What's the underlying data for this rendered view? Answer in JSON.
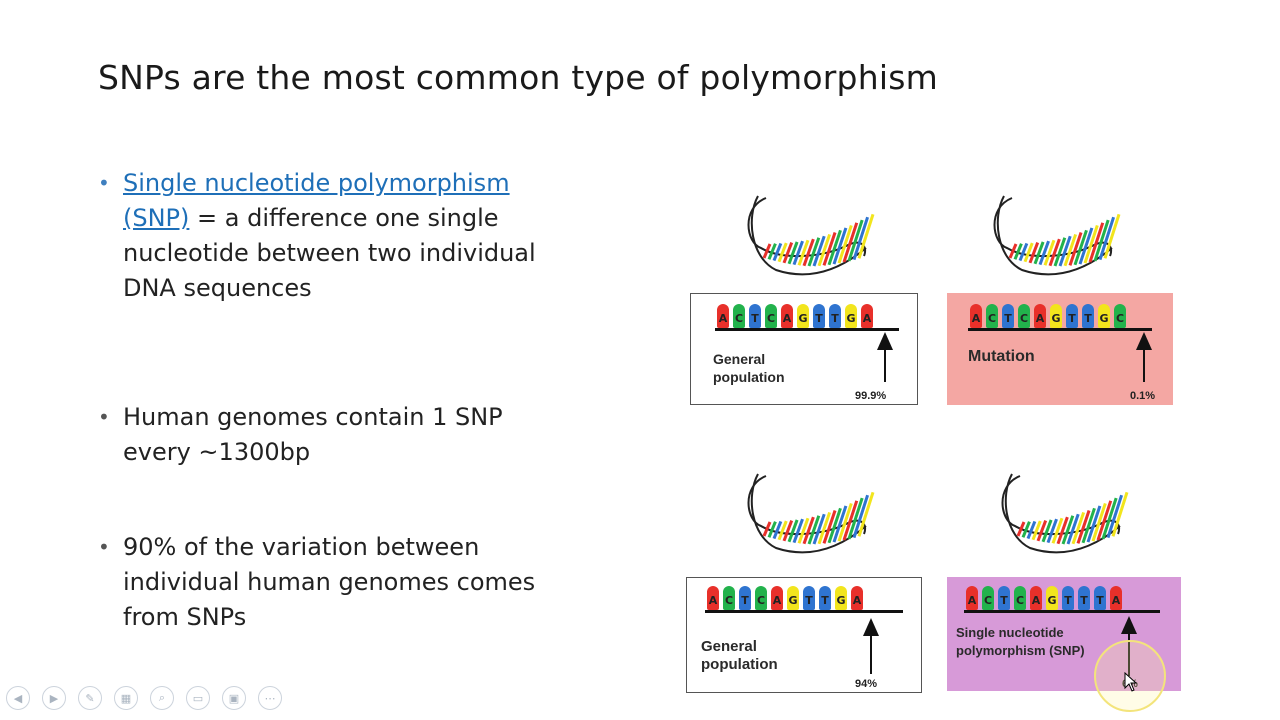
{
  "slide": {
    "title": "SNPs are the most common type of polymorphism"
  },
  "bullets": [
    {
      "link_text": "Single nucleotide polymorphism (SNP)",
      "rest": " = a difference one single nucleotide between two individual DNA sequences"
    },
    {
      "text": "Human genomes contain 1 SNP every ~1300bp"
    },
    {
      "text": "90% of the variation between individual human genomes comes from SNPs"
    }
  ],
  "figure": {
    "colors": {
      "A": "#e8302a",
      "C": "#22b24c",
      "T": "#2f74d0",
      "G": "#f2e51d",
      "mutation_bg": "#f4a7a3",
      "snp_bg": "#d79ad8"
    },
    "panels": [
      {
        "id": "top-left",
        "sequence": [
          "A",
          "C",
          "T",
          "C",
          "A",
          "G",
          "T",
          "T",
          "G",
          "A"
        ],
        "label": "General population",
        "percent": "99.9%"
      },
      {
        "id": "top-right",
        "sequence": [
          "A",
          "C",
          "T",
          "C",
          "A",
          "G",
          "T",
          "T",
          "G",
          "C"
        ],
        "label": "Mutation",
        "percent": "0.1%"
      },
      {
        "id": "bottom-left",
        "sequence": [
          "A",
          "C",
          "T",
          "C",
          "A",
          "G",
          "T",
          "T",
          "G",
          "A"
        ],
        "label": "General population",
        "percent": "94%"
      },
      {
        "id": "bottom-right",
        "sequence": [
          "A",
          "C",
          "T",
          "C",
          "A",
          "G",
          "T",
          "T",
          "T",
          "A"
        ],
        "label": "Single nucleotide polymorphism (SNP)",
        "percent": "6%"
      }
    ]
  },
  "toolbar_icons": [
    "prev-icon",
    "next-icon",
    "pen-icon",
    "slides-icon",
    "zoom-icon",
    "subtitles-icon",
    "camera-icon",
    "more-icon"
  ]
}
